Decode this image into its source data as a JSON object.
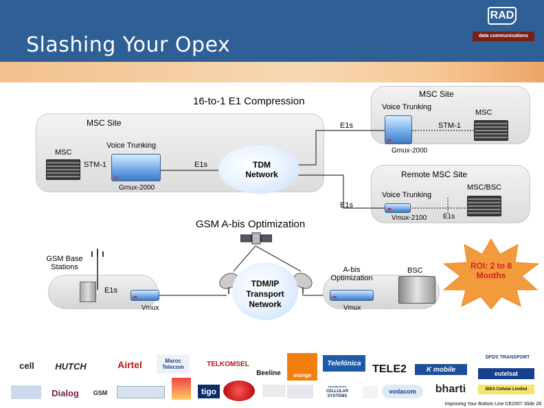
{
  "header": {
    "title": "Slashing Your Opex",
    "logo_main": "RAD",
    "logo_sub": "data communications"
  },
  "top_section": {
    "heading": "16-to-1 E1 Compression",
    "left_site": {
      "title": "MSC Site",
      "voice_trunking": "Voice Trunking",
      "msc": "MSC",
      "stm": "STM-1",
      "gmux": "Gmux-2000"
    },
    "right_site": {
      "title": "MSC Site",
      "voice_trunking": "Voice Trunking",
      "msc": "MSC",
      "stm": "STM-1",
      "gmux": "Gmux-2000"
    },
    "remote_site": {
      "title": "Remote MSC Site",
      "voice_trunking": "Voice Trunking",
      "msc_bsc": "MSC/BSC",
      "vmux": "Vmux-2100",
      "e1s": "E1s"
    },
    "cloud": "TDM Network",
    "e1s_left": "E1s",
    "e1s_top": "E1s",
    "e1s_bottom": "E1s"
  },
  "bottom_section": {
    "heading": "GSM A-bis Optimization",
    "base_stations": "GSM Base Stations",
    "e1s": "E1s",
    "vmux_left": "Vmux",
    "cloud": "TDM/IP Transport Network",
    "abis": "A-bis Optimization",
    "vmux_right": "Vmux",
    "bsc": "BSC",
    "roi": "ROI: 2 to 8 Months"
  },
  "colors": {
    "header_blue": "#2e5f95",
    "roi_red": "#d42020",
    "roi_burst": "#f29a3c"
  },
  "customer_logos": [
    {
      "name": "cell",
      "text": "cell"
    },
    {
      "name": "hutch",
      "text": "HUTCH"
    },
    {
      "name": "airtel",
      "text": "Airtel"
    },
    {
      "name": "maroc-telecom",
      "text": "Maroc Telecom"
    },
    {
      "name": "telkomsel",
      "text": "TELKOMSEL"
    },
    {
      "name": "beeline",
      "text": "Beeline"
    },
    {
      "name": "orange",
      "text": "orange"
    },
    {
      "name": "telefonica",
      "text": "Telefónica"
    },
    {
      "name": "tele2",
      "text": "TELE2"
    },
    {
      "name": "kmobile",
      "text": "K mobile"
    },
    {
      "name": "dfds",
      "text": "DFDS TRANSPORT"
    },
    {
      "name": "eutelsat",
      "text": "eutelsat"
    },
    {
      "name": "dialog",
      "text": "Dialog"
    },
    {
      "name": "gsm",
      "text": "GSM"
    },
    {
      "name": "tigo",
      "text": "tigo"
    },
    {
      "name": "dobson",
      "text": "DOBSON CELLULAR SYSTEMS"
    },
    {
      "name": "vodacom",
      "text": "vodacom"
    },
    {
      "name": "bharti",
      "text": "bharti"
    },
    {
      "name": "idea",
      "text": "IDEA Cellular Limited"
    }
  ],
  "footer": "Improving Your Bottom Line CE2007  Slide 28"
}
